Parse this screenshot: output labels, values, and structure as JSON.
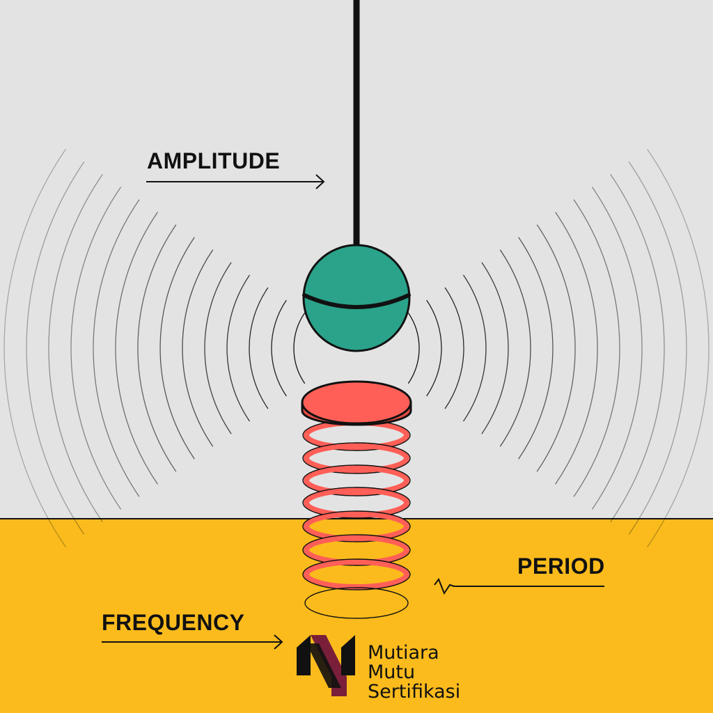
{
  "labels": {
    "amplitude": "AMPLITUDE",
    "period": "PERIOD",
    "frequency": "FREQUENCY"
  },
  "logo": {
    "line1": "Mutiara",
    "line2": "Mutu",
    "line3": "Sertifikasi"
  },
  "colors": {
    "background": "#e3e3e3",
    "floor": "#fbbb1c",
    "ball": "#2aa38a",
    "spring": "#ff5f57",
    "ink": "#111111",
    "logo_maroon": "#7a1f3a"
  }
}
